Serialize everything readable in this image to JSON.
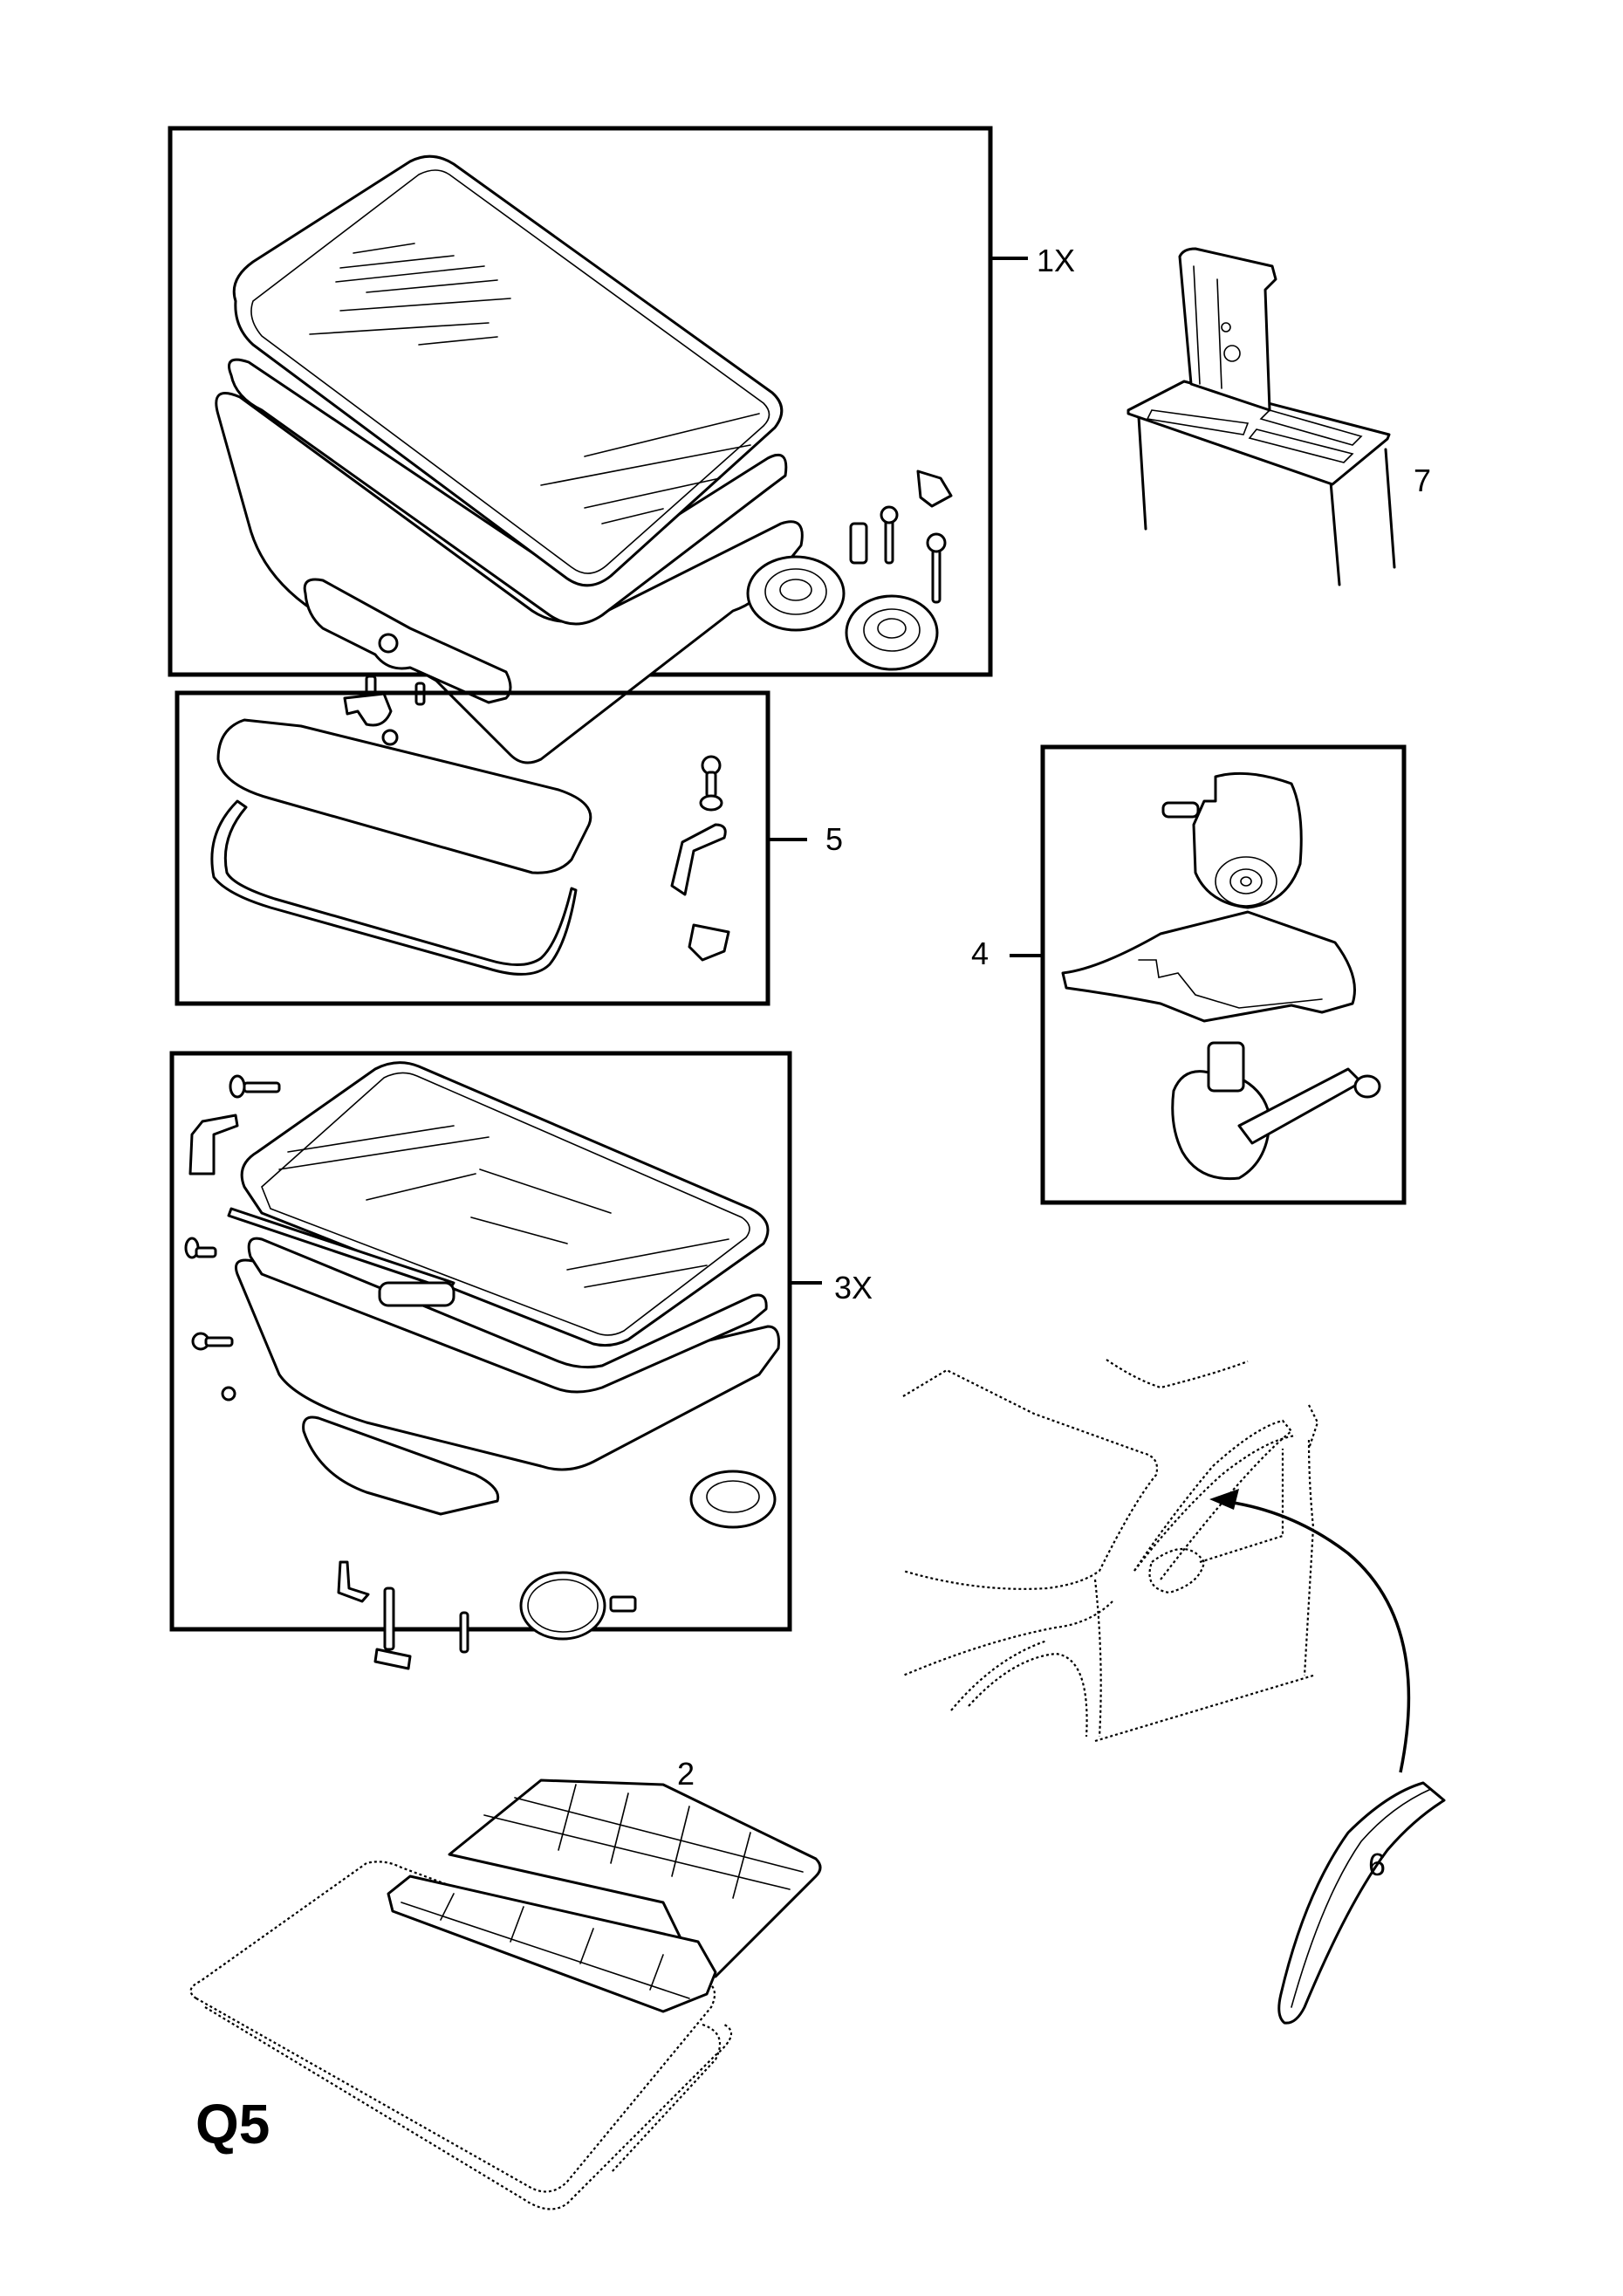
{
  "page": {
    "code": "Q5",
    "background": "#ffffff",
    "ink": "#000000"
  },
  "callouts": {
    "kit_upper": "1X",
    "wind_deflector": "2",
    "kit_lower": "3X",
    "motor_drive": "4",
    "sunroof_cover": "5",
    "door_moulding": "6",
    "pillar_bracket": "7"
  }
}
